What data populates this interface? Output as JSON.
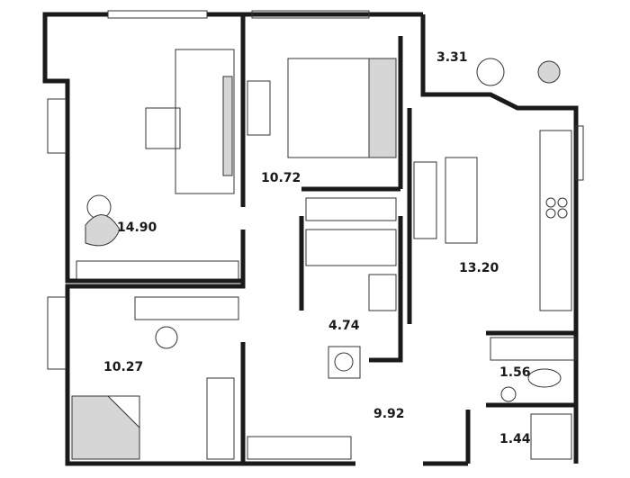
{
  "rooms": [
    {
      "id": "living",
      "area": "14.90"
    },
    {
      "id": "bedroom-1",
      "area": "10.72"
    },
    {
      "id": "balcony",
      "area": "3.31"
    },
    {
      "id": "kitchen",
      "area": "13.20"
    },
    {
      "id": "bedroom-2",
      "area": "10.27"
    },
    {
      "id": "bathroom",
      "area": "4.74"
    },
    {
      "id": "hall",
      "area": "9.92"
    },
    {
      "id": "wc",
      "area": "1.56"
    },
    {
      "id": "storage",
      "area": "1.44"
    }
  ],
  "colors": {
    "wall": "#1a1a1a",
    "furniture_fill": "#d6d6d6",
    "background": "#ffffff"
  }
}
